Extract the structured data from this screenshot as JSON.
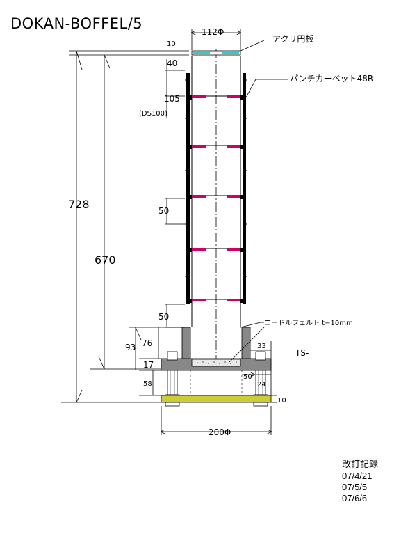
{
  "title": "DOKAN-BOFFEL/5",
  "dimensions": {
    "top_diameter": "112Φ",
    "d10_top": "10",
    "d40": "40",
    "d105": "105",
    "ds100": "(DS100)",
    "d50_mid": "50",
    "d50_low": "50",
    "d728": "728",
    "d670": "670",
    "d93": "93",
    "d76": "76",
    "d17": "17",
    "d58": "58",
    "d33": "33",
    "d50_base": "50",
    "d24": "24",
    "d10_plate": "10",
    "base_diameter": "200Φ"
  },
  "callouts": {
    "acrylic": "アクリ円板",
    "punch_carpet": "パンチカーペット48R",
    "needle_felt": "ニードルフェルト t=10mm",
    "ts": "TS-"
  },
  "revision": {
    "heading": "改訂記録",
    "entries": [
      "07/4/21",
      "07/5/5",
      "07/6/6"
    ]
  },
  "colors": {
    "acrylic": "#33cccc",
    "carpet": "#cc0066",
    "base_plate": "#cccc33",
    "flange": "#888888",
    "wall": "#000000"
  }
}
